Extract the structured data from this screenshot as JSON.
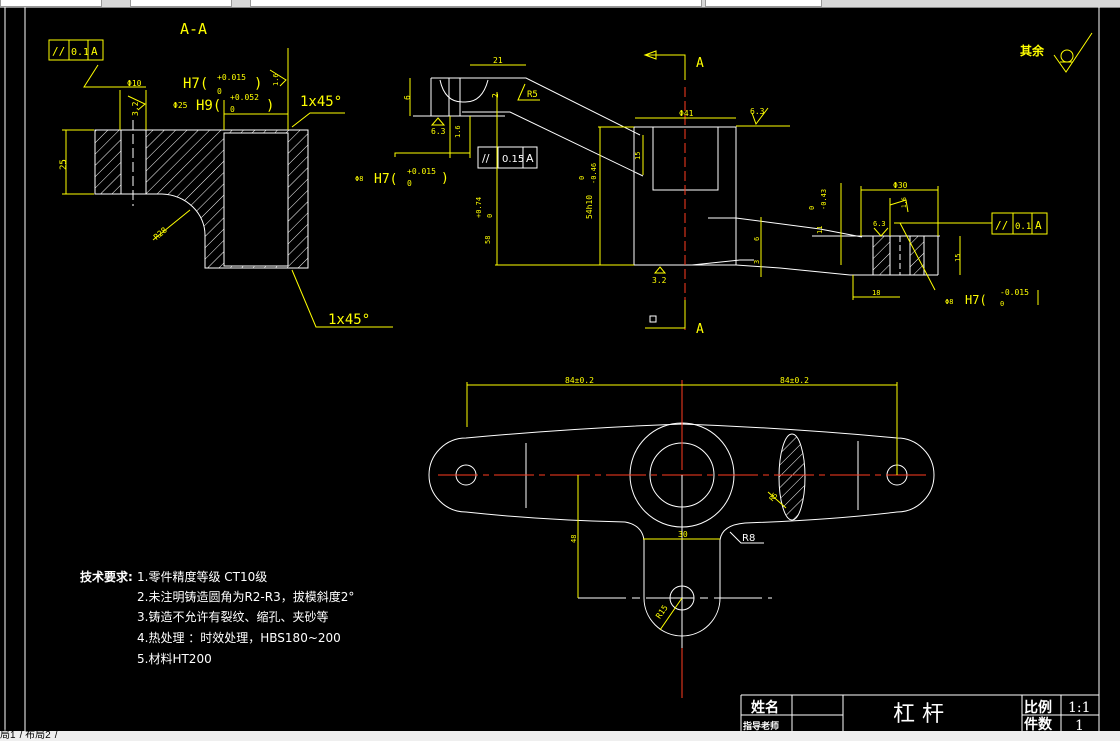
{
  "layout_tabs": [
    "局1",
    "布局2"
  ],
  "colors": {
    "background": "#000000",
    "geometry": "#ffffff",
    "dimension": "#ffff00",
    "centerline": "#ff3b1f"
  },
  "section_view": {
    "title": "A-A",
    "fcf": {
      "symbol": "//",
      "tolerance": "0.1",
      "datum": "A"
    },
    "hole_dia": "Φ10",
    "roughness_32": "3.2",
    "roughness_16": "1.6",
    "fit_h7": "H7(",
    "fit_h7_upper": "+0.015",
    "fit_h7_lower": "0",
    "bore_dia": "Φ25",
    "fit_h9": "H9(",
    "fit_h9_upper": "+0.052",
    "fit_h9_lower": "0",
    "close_paren": ")",
    "chamfer_top": "1x45°",
    "chamfer_bottom": "1x45°",
    "height": "25",
    "radius": "R28"
  },
  "front_view": {
    "section_label_top": "A",
    "section_label_bottom": "A",
    "dim_21": "21",
    "dim_6": "6",
    "dim_2": "2",
    "r5": "R5",
    "roughness_63a": "6.3",
    "roughness_16": "1.6",
    "fcf": {
      "symbol": "//",
      "tolerance": "0.15",
      "datum": "A"
    },
    "hole_dia": "Φ8",
    "fit_h7": "H7(",
    "fit_h7_upper": "+0.015",
    "fit_h7_lower": "0",
    "close_paren": ")",
    "dim_58": "58",
    "dim_58_tol_upper": "+0.74",
    "dim_58_tol_lower": "0",
    "dim_54": "54h10",
    "dim_54_tol_upper": "0",
    "dim_54_tol_lower": "-0.46",
    "dim_41": "Φ41",
    "dim_15": "15",
    "roughness_63b": "6.3",
    "roughness_32": "3.2",
    "right": {
      "dim_30": "Φ30",
      "roughness_63": "6.3",
      "roughness_16": "1.6",
      "fcf": {
        "symbol": "//",
        "tolerance": "0.1",
        "datum": "A"
      },
      "dim_11": "11",
      "dim_11_tol_upper": "0",
      "dim_11_tol_lower": "-0.43",
      "dim_6": "6",
      "dim_3": "3",
      "dim_15": "15",
      "dim_18": "18",
      "hole_dia": "Φ8",
      "fit_h7": "H7(",
      "fit_upper": "-0.015",
      "fit_lower": "0"
    }
  },
  "other_surfaces": "其余",
  "top_view": {
    "dim_left": "84±0.2",
    "dim_right": "84±0.2",
    "dim_30": "30",
    "dim_48": "48",
    "r8": "R8",
    "r15": "R15",
    "r5": "R5"
  },
  "tech_requirements": {
    "heading": "技术要求:",
    "items": [
      "1.零件精度等级 CT10级",
      "2.未注明铸造圆角为R2-R3，拔模斜度2°",
      "3.铸造不允许有裂纹、缩孔、夹砂等",
      "4.热处理 ：时效处理，HBS180~200",
      "5.材料HT200"
    ]
  },
  "title_block": {
    "name_label": "姓名",
    "advisor_label": "指导老师",
    "part_name": "杠 杆",
    "scale_label": "比例",
    "scale_value": "1:1",
    "qty_label": "件数",
    "qty_value": "1"
  }
}
